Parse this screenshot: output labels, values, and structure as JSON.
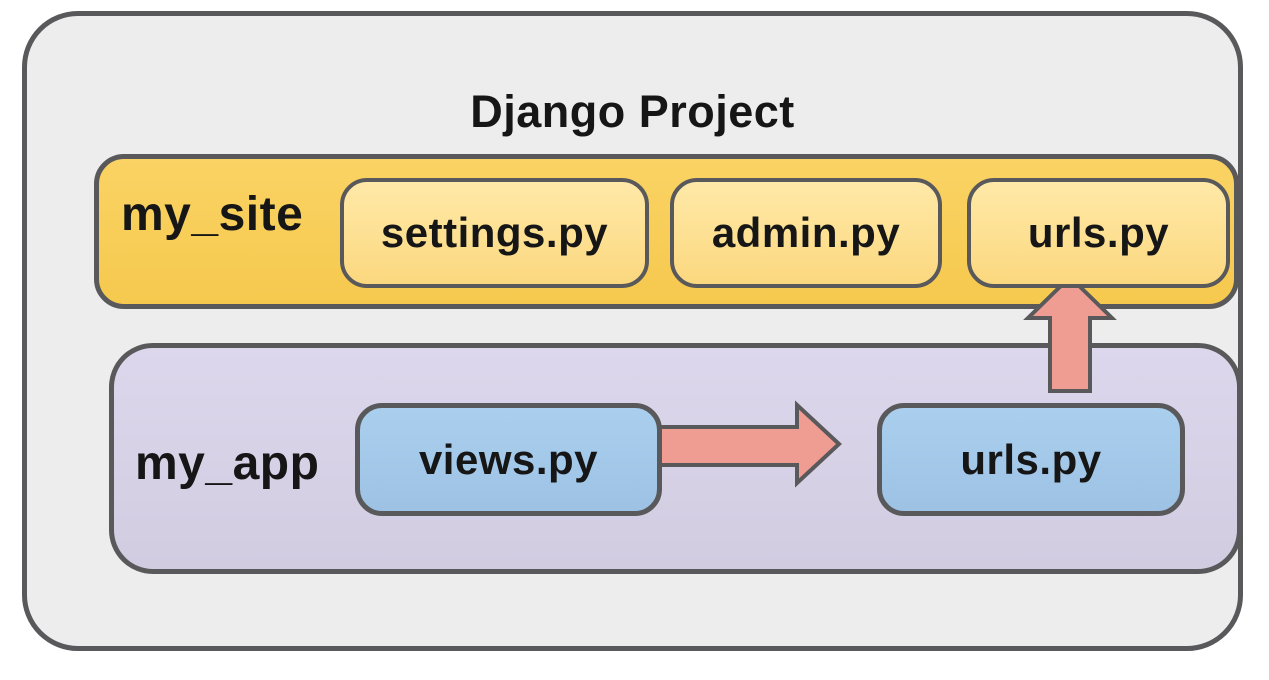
{
  "title": "Django Project",
  "site_group": {
    "label": "my_site",
    "files": [
      "settings.py",
      "admin.py",
      "urls.py"
    ]
  },
  "app_group": {
    "label": "my_app",
    "files": [
      "views.py",
      "urls.py"
    ]
  },
  "arrows": [
    {
      "icon": "arrow-right-icon",
      "from": "views.py",
      "to": "urls.py (my_app)"
    },
    {
      "icon": "arrow-up-icon",
      "from": "urls.py (my_app)",
      "to": "urls.py (my_site)"
    }
  ],
  "colors": {
    "outer_bg": "#ededee",
    "border": "#59595b",
    "site_band_top": "#fad364",
    "site_band_bottom": "#f6c94e",
    "site_item_top": "#ffe9a8",
    "site_item_bottom": "#fbd87f",
    "app_band_top": "#dcd7ec",
    "app_band_bottom": "#d2cce1",
    "app_item_top": "#aacfee",
    "app_item_bottom": "#9dc2e4",
    "arrow": "#ef9d93",
    "text": "#161616"
  }
}
